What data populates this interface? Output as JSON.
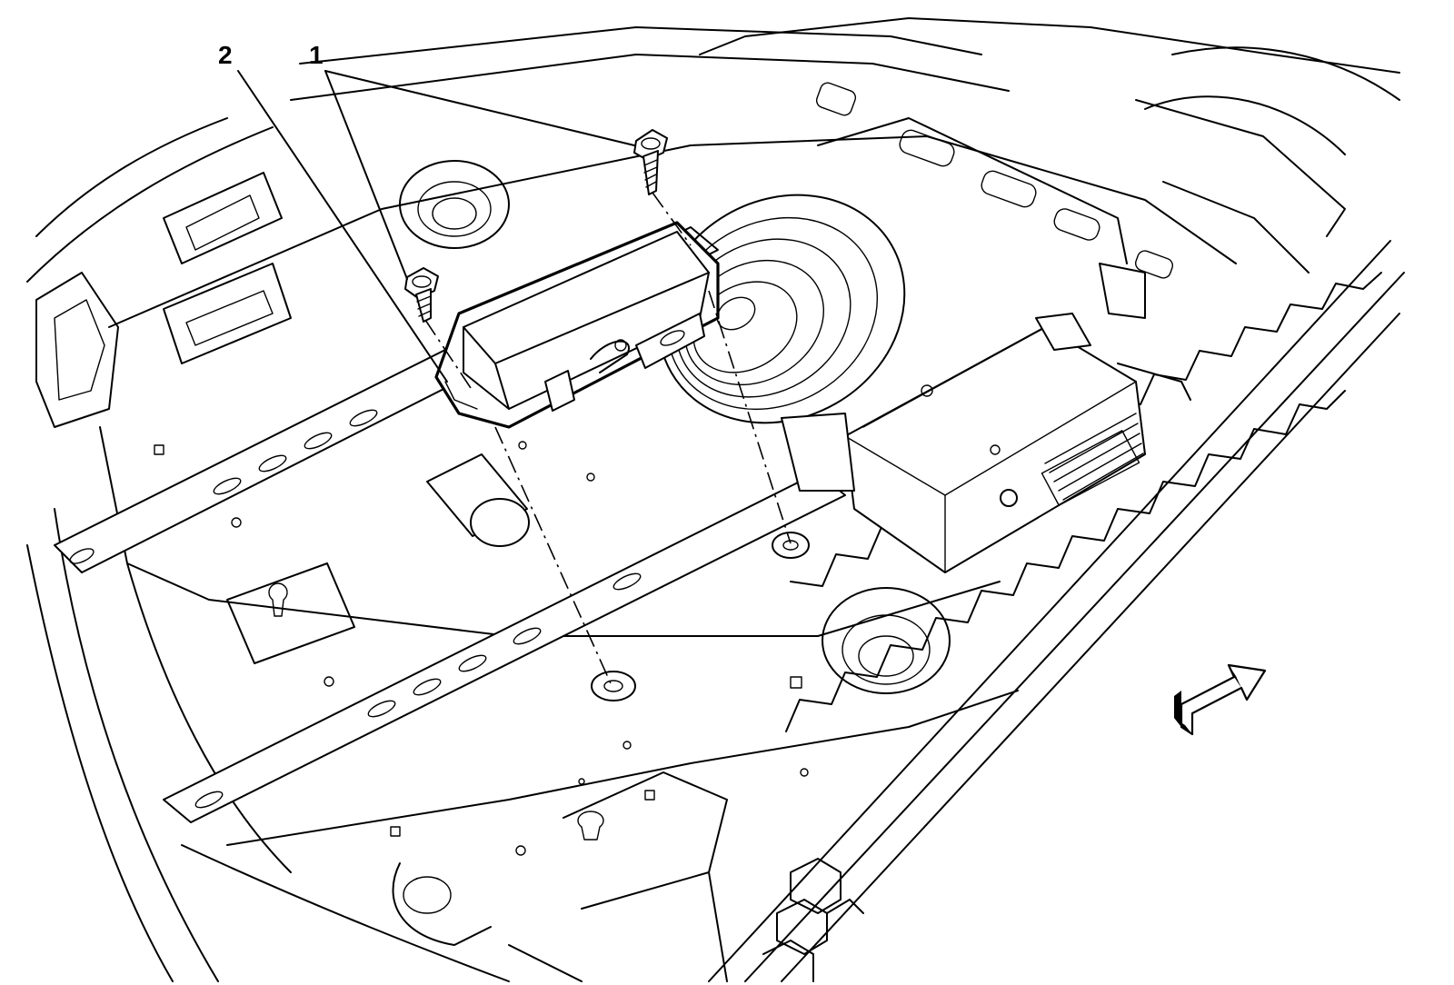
{
  "callouts": [
    {
      "id": "1",
      "label": "1"
    },
    {
      "id": "2",
      "label": "2"
    }
  ],
  "colors": {
    "line": "#000000",
    "background": "#ffffff"
  },
  "icons": [
    "direction-arrow-icon"
  ]
}
